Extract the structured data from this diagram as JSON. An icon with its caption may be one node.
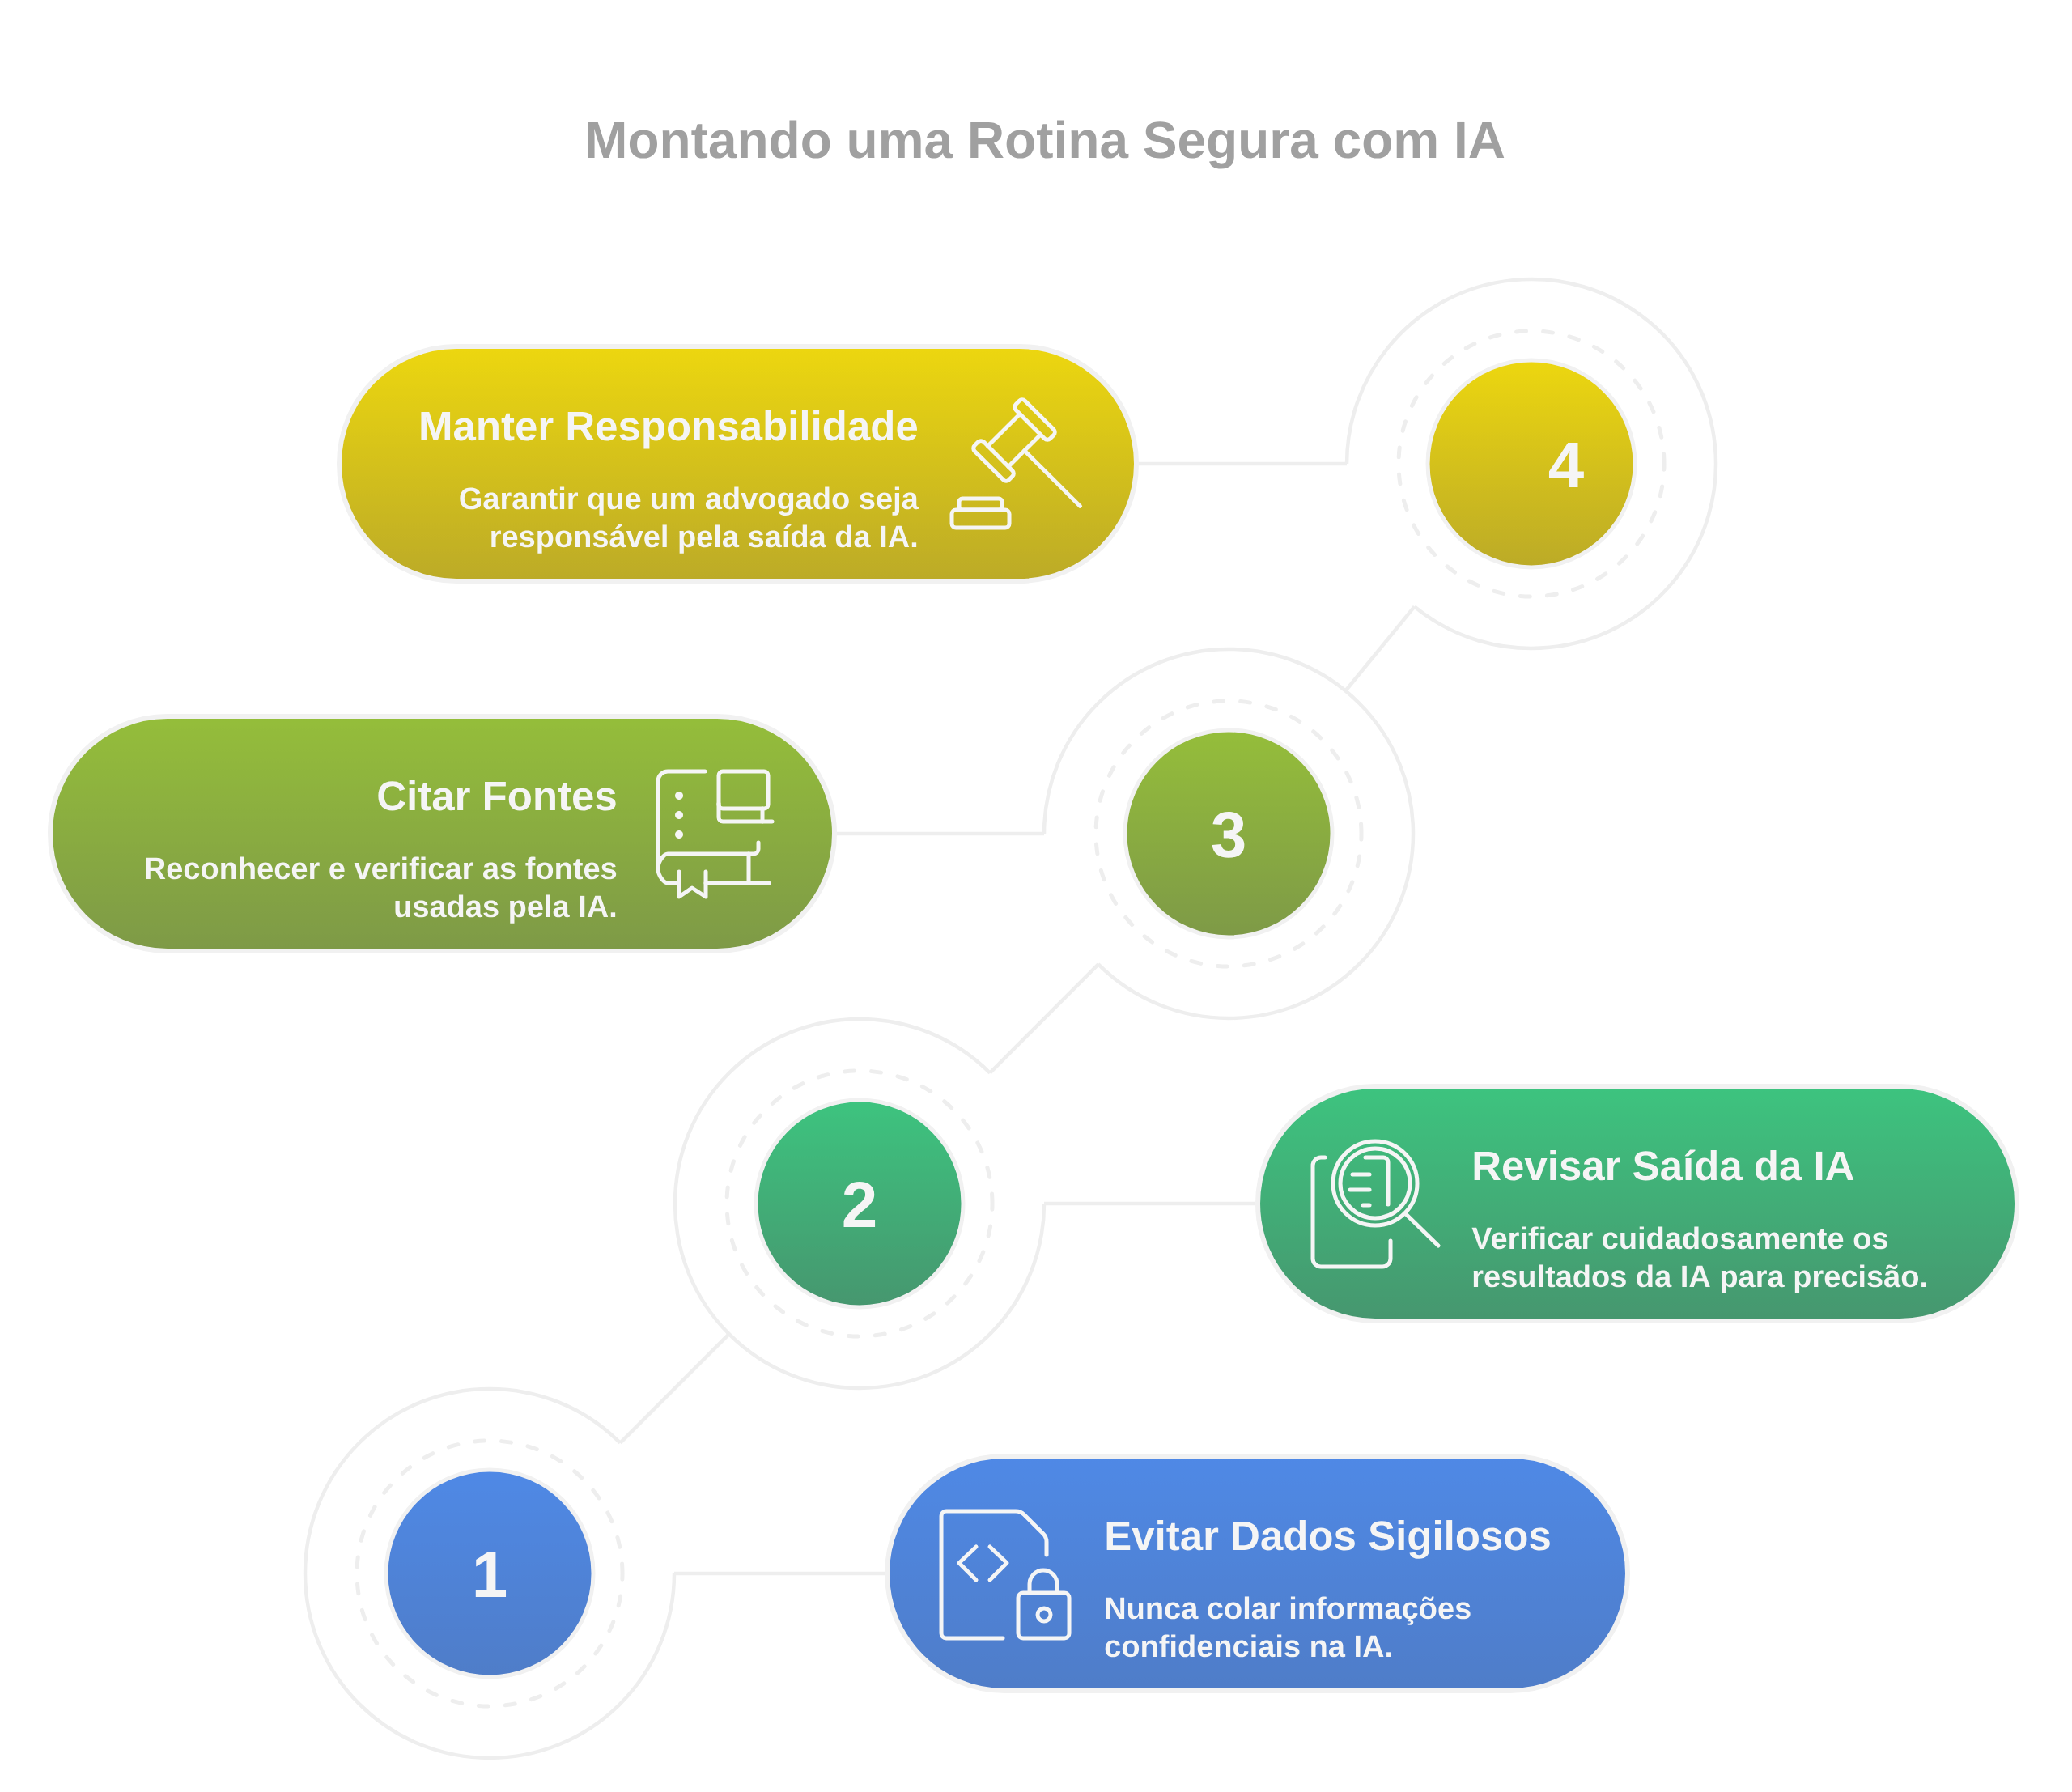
{
  "diagram": {
    "title": "Montando uma Rotina Segura com IA",
    "nodes": [
      {
        "text": [
          "Manter Responsabilidade",
          "Garantir que um advogado seja responsável pela saída da IA."
        ]
      },
      {
        "text": [
          "4"
        ]
      },
      {
        "text": [
          "Citar Fontes",
          "Reconhecer e verificar as fontes usadas pela IA."
        ]
      },
      {
        "text": [
          "3"
        ]
      },
      {
        "text": [
          "2"
        ]
      },
      {
        "text": [
          "Revisar Saída da IA",
          "Verificar cuidadosamente os resultados da IA para precisão."
        ]
      },
      {
        "text": [
          "1"
        ]
      },
      {
        "text": [
          "Evitar Dados Sigilosos",
          "Nunca colar informações confidenciais na IA."
        ]
      }
    ],
    "edges": [
      {
        "from": 6,
        "to": 4,
        "arrow": "none"
      },
      {
        "from": 4,
        "to": 3,
        "arrow": "none"
      },
      {
        "from": 3,
        "to": 1,
        "arrow": "none"
      },
      {
        "from": 6,
        "to": 7,
        "arrow": "none"
      },
      {
        "from": 4,
        "to": 5,
        "arrow": "none"
      },
      {
        "from": 2,
        "to": 3,
        "arrow": "none"
      },
      {
        "from": 0,
        "to": 1,
        "arrow": "none"
      }
    ]
  }
}
